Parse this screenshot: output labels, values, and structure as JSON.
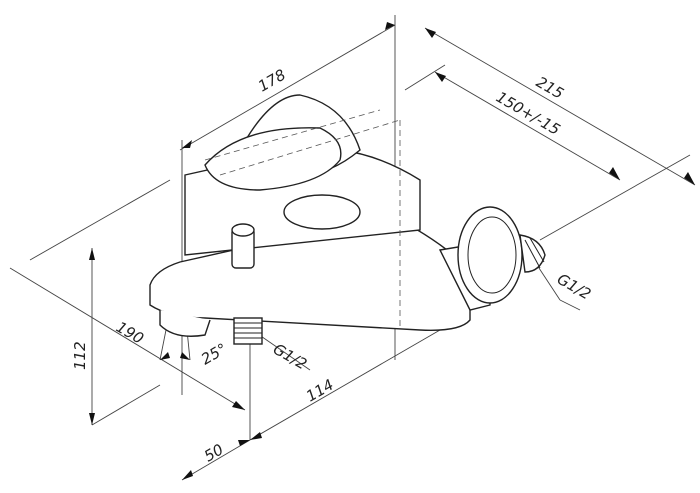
{
  "drawing": {
    "subject": "wall-mounted bath mixer faucet, isometric technical drawing",
    "line_color": "#222222",
    "background": "#ffffff"
  },
  "dimensions": {
    "overall_depth": "178",
    "overall_width": "215",
    "inlet_spacing": "150+/-15",
    "spout_length": "190",
    "height": "112",
    "spout_angle": "25°",
    "outlet_thread": "G1/2",
    "inlet_thread": "G1/2",
    "outlet_offset": "114",
    "outlet_from_spout": "50"
  }
}
